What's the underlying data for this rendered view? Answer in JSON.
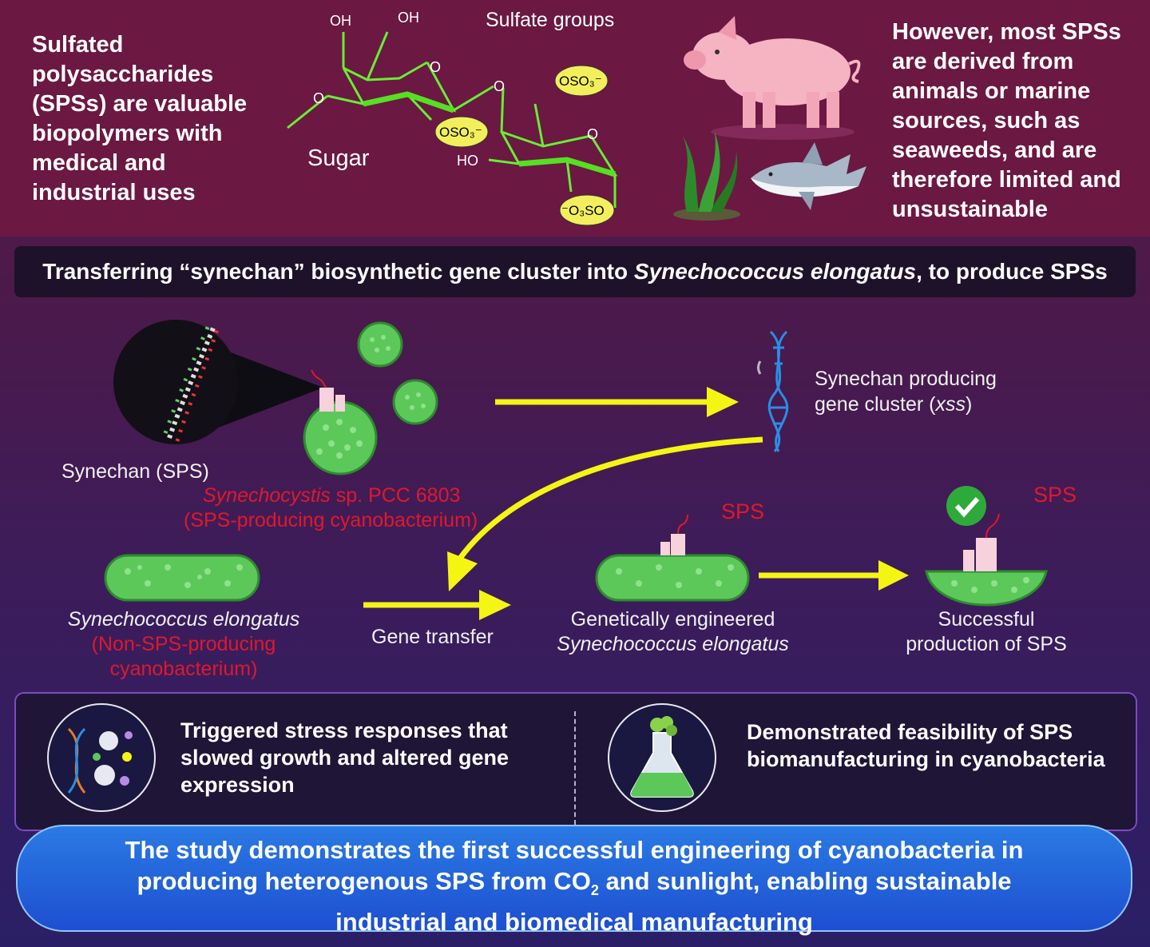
{
  "top": {
    "intro": "Sulfated polysaccharides (SPSs) are valuable biopolymers with medical and industrial uses",
    "source_text": "However, most SPSs are derived from animals or marine sources, such as seaweeds, and are therefore limited and unsustainable",
    "molecule": {
      "sugar_label": "Sugar",
      "sulfate_label": "Sulfate groups",
      "oh1": "OH",
      "oh2": "OH",
      "o_ring1": "O",
      "o_link": "O",
      "o_left": "O",
      "o_ring2": "O",
      "ho": "HO",
      "oso3_a": "OSO₃⁻",
      "oso3_b": "OSO₃⁻",
      "o3so": "⁻O₃SO"
    }
  },
  "banner": {
    "prefix": "Transferring “synechan” biosynthetic gene cluster into ",
    "organism": "Synechococcus elongatus",
    "suffix": ", to produce SPSs"
  },
  "process": {
    "synechan_label": "Synechan (SPS)",
    "synechocystis_name": "Synechocystis",
    "synechocystis_strain": " sp. PCC 6803",
    "synechocystis_desc": "(SPS-producing cyanobacterium)",
    "gene_cluster_line1": "Synechan producing",
    "gene_cluster_line2_prefix": "gene cluster (",
    "gene_cluster_abbr": "xss",
    "gene_cluster_line2_suffix": ")",
    "elongatus_name": "Synechococcus elongatus",
    "elongatus_desc1": "(Non-SPS-producing",
    "elongatus_desc2": "cyanobacterium)",
    "gene_transfer": "Gene transfer",
    "engineered_line1": "Genetically engineered",
    "engineered_line2": "Synechococcus elongatus",
    "sps_tag1": "SPS",
    "sps_tag2": "SPS",
    "success_line1": "Successful",
    "success_line2": "production of SPS"
  },
  "findings": {
    "left": "Triggered stress responses that slowed growth and altered gene expression",
    "right": "Demonstrated feasibility of SPS biomanufacturing in cyanobacteria"
  },
  "conclusion": {
    "line1": "The study demonstrates the first successful engineering of cyanobacteria in",
    "line2_a": "producing heterogenous SPS from CO",
    "line2_sub": "2",
    "line2_b": " and sunlight, enabling sustainable",
    "line3": "industrial and biomedical manufacturing"
  },
  "colors": {
    "arrow": "#f5f514",
    "cell_green": "#5cc85a",
    "red_text": "#e0182d",
    "check_green": "#2eaa3a"
  }
}
